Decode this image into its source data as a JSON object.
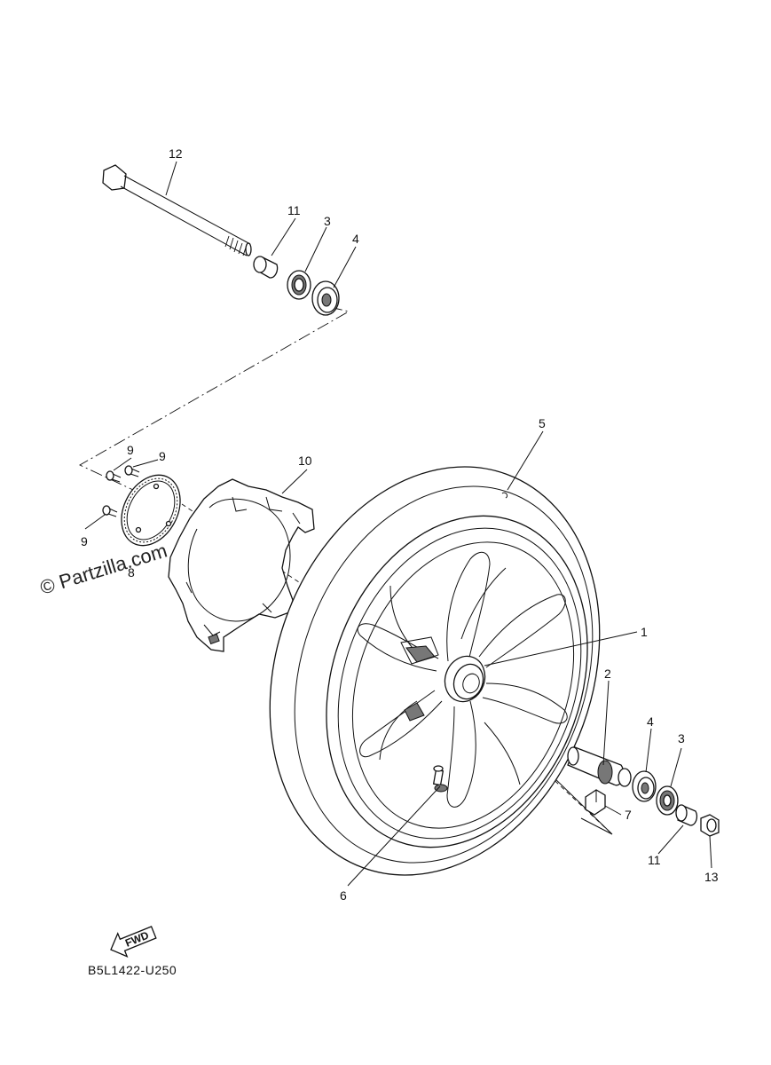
{
  "watermark": "© Partzilla.com",
  "diagram_code": "B5L1422-U250",
  "fwd_label": "FWD",
  "callouts": {
    "c1": "1",
    "c2": "2",
    "c3_top": "3",
    "c3_right": "3",
    "c4_top": "4",
    "c4_right": "4",
    "c5": "5",
    "c6": "6",
    "c7": "7",
    "c8": "8",
    "c9_a": "9",
    "c9_b": "9",
    "c9_c": "9",
    "c10": "10",
    "c11_top": "11",
    "c11_right": "11",
    "c12": "12",
    "c13": "13"
  }
}
